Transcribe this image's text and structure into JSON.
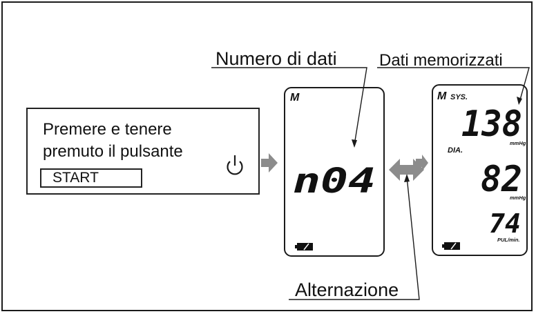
{
  "labels": {
    "data_count": "Numero di dati",
    "stored_data": "Dati memorizzati",
    "alternation": "Alternazione"
  },
  "instruction": {
    "line1": "Premere e tenere",
    "line2": "premuto il pulsante",
    "button": "START",
    "icon": "power-icon"
  },
  "display_left": {
    "memory_mark": "M",
    "value": "n04",
    "icon": "battery-icon"
  },
  "display_right": {
    "memory_mark": "M",
    "sys_label": "SYS.",
    "sys_value": "138",
    "sys_unit": "mmHg",
    "dia_label": "DIA.",
    "dia_value": "82",
    "dia_unit": "mmHg",
    "pulse_value": "74",
    "pulse_unit": "PUL/min.",
    "icon": "battery-icon"
  },
  "colors": {
    "arrow": "#8c8c8c",
    "outline": "#1a1a1a"
  }
}
